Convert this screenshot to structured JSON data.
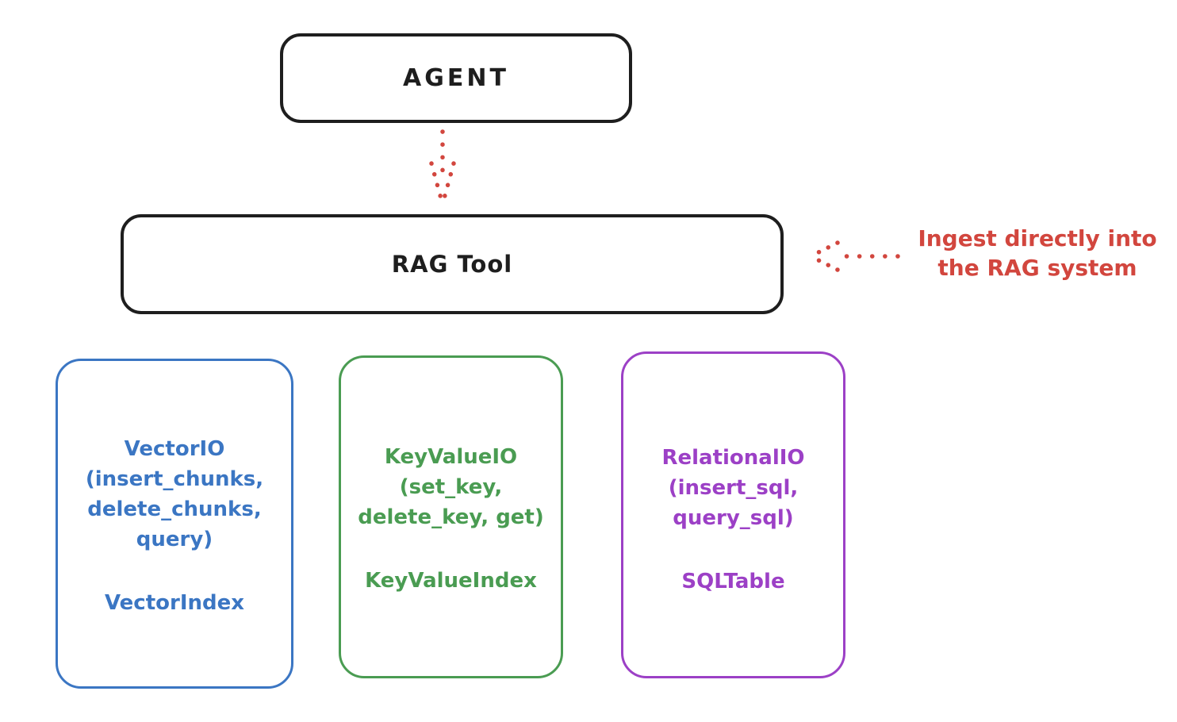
{
  "colors": {
    "background": "#ffffff",
    "ink": "#1e1e1e",
    "red": "#d2463e",
    "blue": "#3b76c3",
    "green": "#4a9c52",
    "purple": "#9c40c6"
  },
  "nodes": {
    "agent": {
      "label": "AGENT"
    },
    "rag_tool": {
      "label": "RAG Tool"
    }
  },
  "annotation": {
    "text": "Ingest directly into\nthe RAG system",
    "color": "#d2463e"
  },
  "arrows": [
    {
      "id": "agent-to-ragtool",
      "style": "dotted",
      "color": "#d2463e",
      "direction": "down"
    },
    {
      "id": "annotation-to-ragtool",
      "style": "dotted",
      "color": "#d2463e",
      "direction": "left"
    }
  ],
  "stores": [
    {
      "id": "vector",
      "color": "#3b76c3",
      "io": "VectorIO\n(insert_chunks,\ndelete_chunks,\nquery)",
      "index": "VectorIndex"
    },
    {
      "id": "keyvalue",
      "color": "#4a9c52",
      "io": "KeyValueIO\n(set_key,\ndelete_key, get)",
      "index": "KeyValueIndex"
    },
    {
      "id": "relational",
      "color": "#9c40c6",
      "io": "RelationalIO\n(insert_sql,\nquery_sql)",
      "index": "SQLTable"
    }
  ]
}
